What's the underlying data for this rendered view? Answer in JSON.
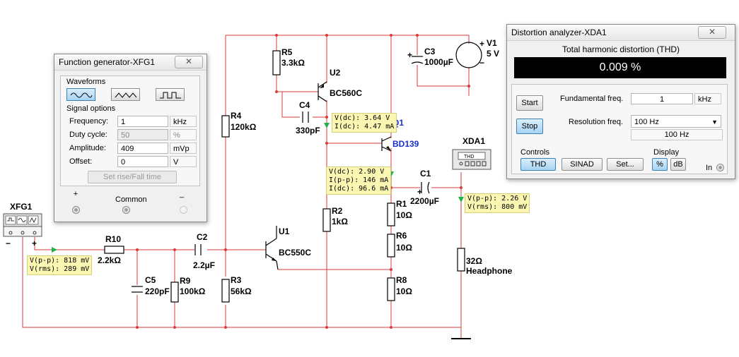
{
  "schematic": {
    "components": {
      "r5": {
        "name": "R5",
        "value": "3.3kΩ"
      },
      "u2": {
        "name": "U2",
        "value": "BC560C"
      },
      "c4": {
        "name": "C4",
        "value": "330pF"
      },
      "r4": {
        "name": "R4",
        "value": "120kΩ"
      },
      "q1": {
        "name": "Q1",
        "value": "BD139"
      },
      "c3": {
        "name": "C3",
        "value": "1000µF"
      },
      "v1": {
        "name": "V1",
        "value": "5 V"
      },
      "c1": {
        "name": "C1",
        "value": "2200µF"
      },
      "r1": {
        "name": "R1",
        "value": "10Ω"
      },
      "r6": {
        "name": "R6",
        "value": "10Ω"
      },
      "r8": {
        "name": "R8",
        "value": "10Ω"
      },
      "r2": {
        "name": "R2",
        "value": "1kΩ"
      },
      "u1": {
        "name": "U1",
        "value": "BC550C"
      },
      "r3": {
        "name": "R3",
        "value": "56kΩ"
      },
      "r9": {
        "name": "R9",
        "value": "100kΩ"
      },
      "c5": {
        "name": "C5",
        "value": "220pF"
      },
      "r10": {
        "name": "R10",
        "value": "2.2kΩ"
      },
      "c2": {
        "name": "C2",
        "value": "2.2µF"
      },
      "load": {
        "value": "32Ω",
        "label": "Headphone"
      },
      "xfg1": {
        "name": "XFG1"
      },
      "xda1": {
        "name": "XDA1",
        "icon_text": "THD"
      }
    },
    "probes": {
      "p_u2": [
        "V(dc): 3.64 V",
        "I(dc): 4.47 mA"
      ],
      "p_q1": [
        "V(dc): 2.90 V",
        "I(p-p): 146 mA",
        "I(dc): 96.6 mA"
      ],
      "p_out": [
        "V(p-p): 2.26 V",
        "V(rms): 800 mV"
      ],
      "p_in": [
        "V(p-p): 818 mV",
        "V(rms): 289 mV"
      ]
    },
    "symbols": {
      "plus": "+",
      "minus": "−"
    }
  },
  "function_generator": {
    "title": "Function generator-XFG1",
    "close": "✕",
    "waveforms_label": "Waveforms",
    "waveforms_selected": "sine",
    "signal_options_label": "Signal options",
    "fields": [
      {
        "label": "Frequency:",
        "value": "1",
        "unit": "kHz"
      },
      {
        "label": "Duty cycle:",
        "value": "50",
        "unit": "%"
      },
      {
        "label": "Amplitude:",
        "value": "409",
        "unit": "mVp"
      },
      {
        "label": "Offset:",
        "value": "0",
        "unit": "V"
      }
    ],
    "rise_fall_button": "Set rise/Fall time",
    "terminals": {
      "plus": "+",
      "common": "Common",
      "minus": "_"
    }
  },
  "distortion_analyzer": {
    "title": "Distortion analyzer-XDA1",
    "close": "✕",
    "thd_header": "Total harmonic distortion (THD)",
    "display_value": "0.009 %",
    "start_button": "Start",
    "stop_button": "Stop",
    "fundamental_label": "Fundamental freq.",
    "fundamental_value": "1",
    "fundamental_unit": "kHz",
    "resolution_label": "Resolution freq.",
    "resolution_selected": "100 Hz",
    "resolution_readout": "100 Hz",
    "controls_label": "Controls",
    "thd_button": "THD",
    "sinad_button": "SINAD",
    "set_button": "Set...",
    "display_label": "Display",
    "percent_button": "%",
    "db_button": "dB",
    "in_label": "In"
  },
  "colors": {
    "wire": "#d93a3a",
    "probe_arrow": "#22b24a",
    "probe_bg": "#fbf6b2",
    "lcd": "#000000",
    "q1_label": "#1a2fd0"
  }
}
